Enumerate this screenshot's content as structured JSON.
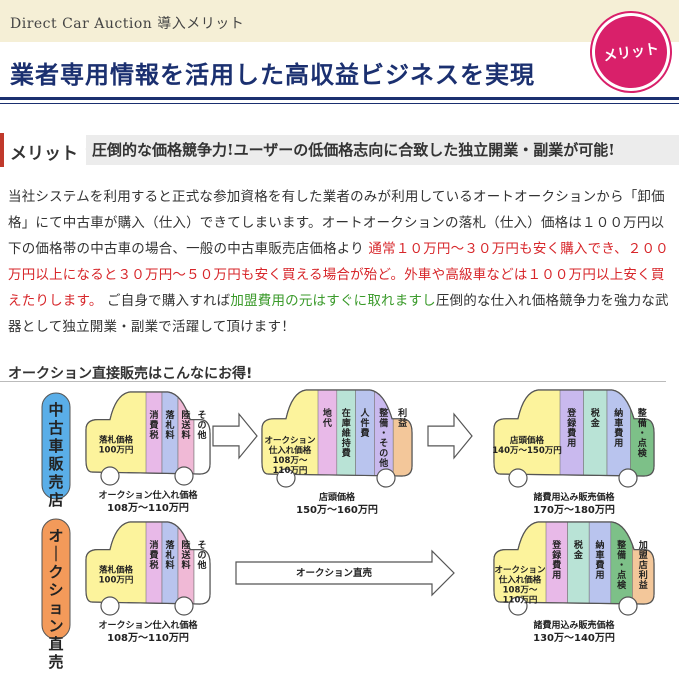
{
  "header": {
    "brand_title": "Direct Car Auction 導入メリット",
    "headline": "業者専用情報を活用した高収益ビジネスを実現",
    "badge": "メリット"
  },
  "merit": {
    "label": "メリット 1：",
    "text": "圧倒的な価格競争力!ユーザーの低価格志向に合致した独立開業・副業が可能!"
  },
  "body": {
    "p1": "当社システムを利用すると正式な参加資格を有した業者のみが利用しているオートオークションから「卸価格」にて中古車が購入（仕入）できてしまいます。オートオークションの落札（仕入）価格は１００万円以下の価格帯の中古車の場合、一般の中古車販売店価格より ",
    "p1_red": "通常１０万円～３０万円も安く購入でき、２００万円以上になると３０万円～５０万円も安く買える場合が殆ど。外車や高級車などは１００万円以上安く買えたりします。",
    "p1_mid": " ご自身で購入すれば",
    "p1_green": "加盟費用の元はすぐに取れますし",
    "p1_end": "圧倒的な仕入れ価格競争力を強力な武器として独立開業・副業で活躍して頂けます！"
  },
  "diagram": {
    "title": "オークション直接販売はこんなにお得!",
    "row1_label": "中古車販売店",
    "row2_label": "オークション直売",
    "car1": {
      "main": "落札価格\n100万円",
      "cols": [
        "消費税",
        "落札料",
        "陸送料",
        "その他"
      ],
      "caption1": "オークション仕入れ価格",
      "caption2": "108万～110万円"
    },
    "car2": {
      "main": "オークション\n仕入れ価格\n108万～\n110万円",
      "cols": [
        "地代",
        "在庫維持費",
        "人件費",
        "整備・その他",
        "利益"
      ],
      "caption1": "店頭価格",
      "caption2": "150万～160万円"
    },
    "car3": {
      "main": "店頭価格\n140万～150万円",
      "cols": [
        "登録費用",
        "税金",
        "納車費用",
        "整備・点検"
      ],
      "caption1": "諸費用込み販売価格",
      "caption2": "170万～180万円"
    },
    "car4": {
      "main": "落札価格\n100万円",
      "cols": [
        "消費税",
        "落札料",
        "陸送料",
        "その他"
      ],
      "caption1": "オークション仕入れ価格",
      "caption2": "108万～110万円"
    },
    "arrow_label": "オークション直売",
    "car5": {
      "main": "オークション\n仕入れ価格\n108万～\n110万円",
      "cols": [
        "登録費用",
        "税金",
        "納車費用",
        "整備・点検",
        "加盟店利益"
      ],
      "caption1": "諸費用込み販売価格",
      "caption2": "130万～140万円"
    }
  }
}
